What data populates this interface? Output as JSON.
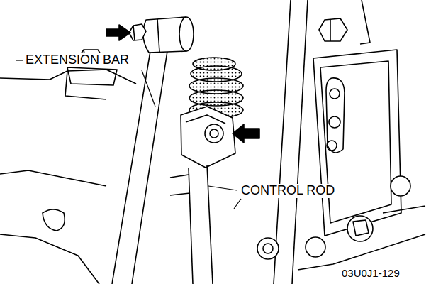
{
  "diagram": {
    "labels": [
      "EXTENSION BAR",
      "CONTROL ROD",
      "03U0J1-129"
    ]
  }
}
